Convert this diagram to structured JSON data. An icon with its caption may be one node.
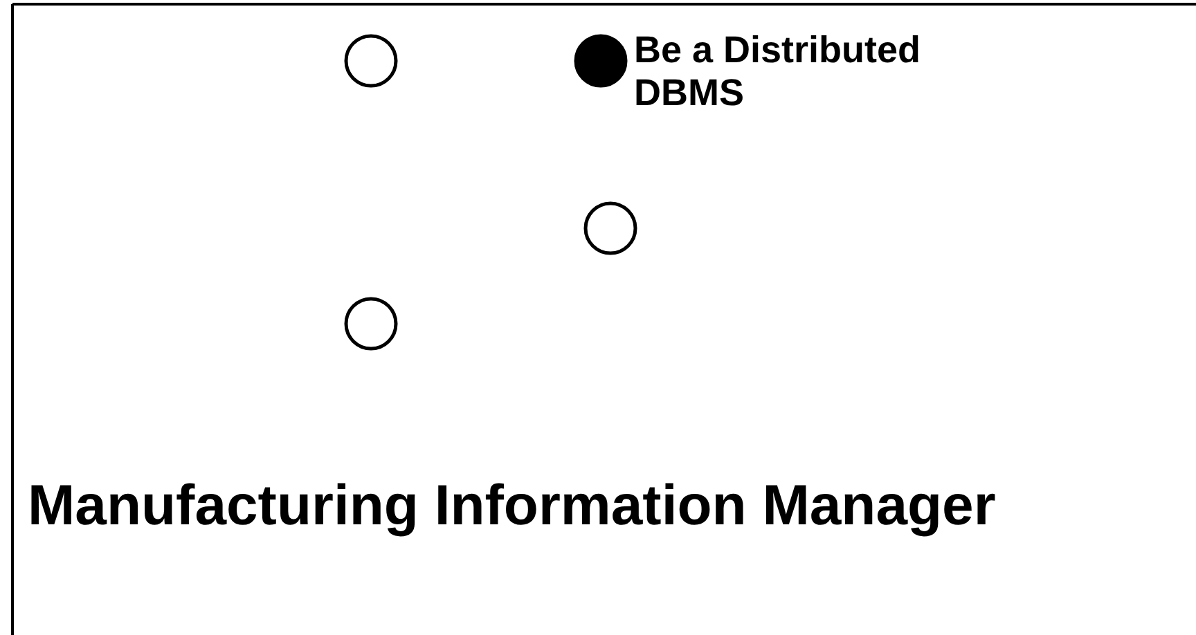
{
  "diagram": {
    "title": "Manufacturing Information Manager",
    "nodes": [
      {
        "text": [],
        "shape": "circle"
      },
      {
        "text": [],
        "shape": "circle",
        "beside": [
          "Be a Distributed DBMS"
        ]
      },
      {
        "text": [],
        "shape": "circle"
      },
      {
        "text": [],
        "shape": "circle"
      }
    ]
  }
}
